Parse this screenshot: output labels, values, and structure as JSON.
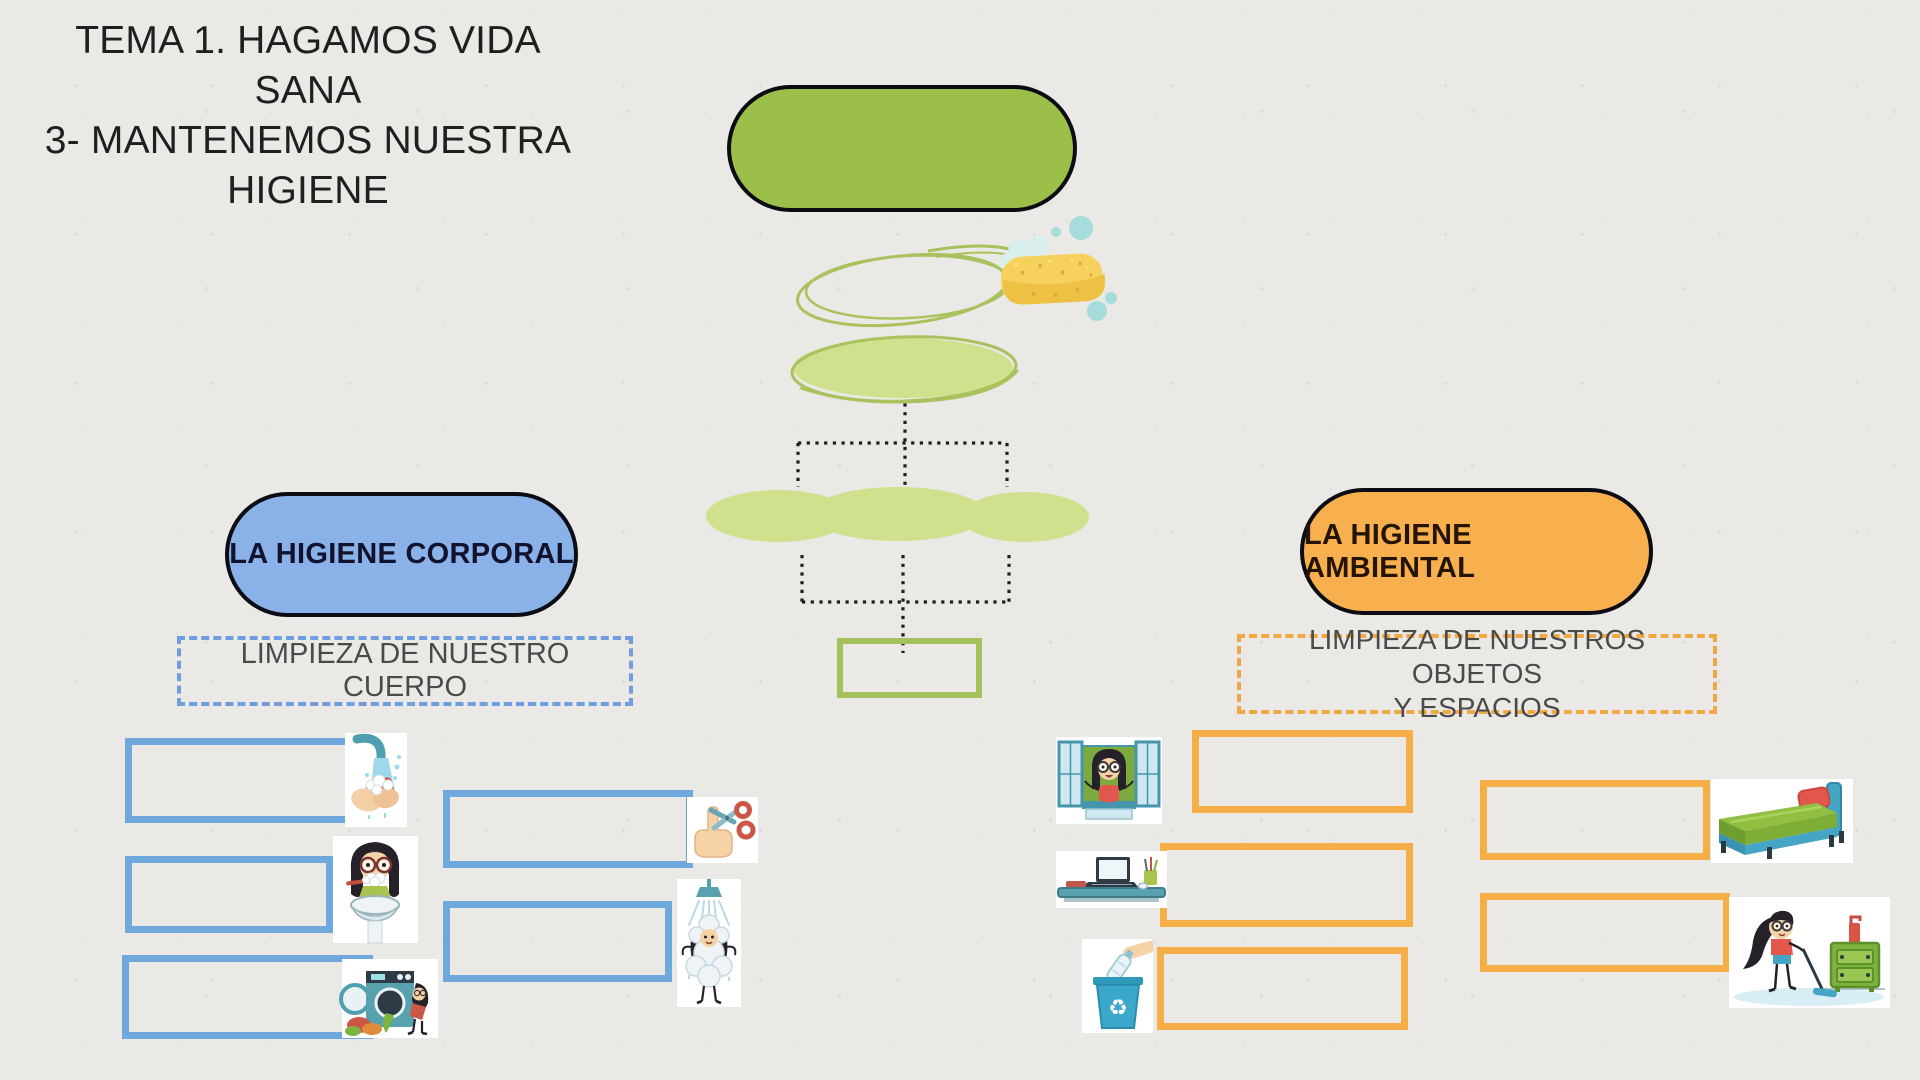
{
  "page": {
    "title_line1": "TEMA 1. HAGAMOS VIDA SANA",
    "title_line2": "3- MANTENEMOS NUESTRA HIGIENE"
  },
  "root_node": {
    "label": "",
    "fill_color": "#9cbf4a"
  },
  "decorations": {
    "sponge_icon": "sponge-with-bubbles",
    "sketch_ellipse": "hand-drawn-ellipse-outline",
    "filled_ellipse": "light-green-ellipse",
    "blob": "light-green-blob",
    "answer_slot": "empty-green-rectangle",
    "light_green": "#cfe18c",
    "sketch_stroke": "#a9c25e"
  },
  "branches": {
    "corporal": {
      "title": "LA HIGIENE CORPORAL",
      "fill_color": "#8ab1e8",
      "subtitle": "LIMPIEZA DE NUESTRO CUERPO",
      "box_border_color": "#6fa8dc",
      "dash_color": "#6f9ee0",
      "icons": [
        "washing-hands",
        "brushing-teeth",
        "washing-clothes",
        "cutting-nails",
        "taking-shower"
      ]
    },
    "ambiental": {
      "title": "LA HIGIENE AMBIENTAL",
      "fill_color": "#f8b04e",
      "subtitle_line1": "LIMPIEZA DE NUESTROS OBJETOS",
      "subtitle_line2": "Y ESPACIOS",
      "box_border_color": "#f6ae47",
      "dash_color": "#f0a843",
      "icons": [
        "open-window",
        "clean-desk",
        "recycle-bottle",
        "make-bed",
        "dust-furniture"
      ]
    }
  },
  "text_colors": {
    "title": "#1f1f1f",
    "subtitle_gray": "#4a4a4a"
  }
}
